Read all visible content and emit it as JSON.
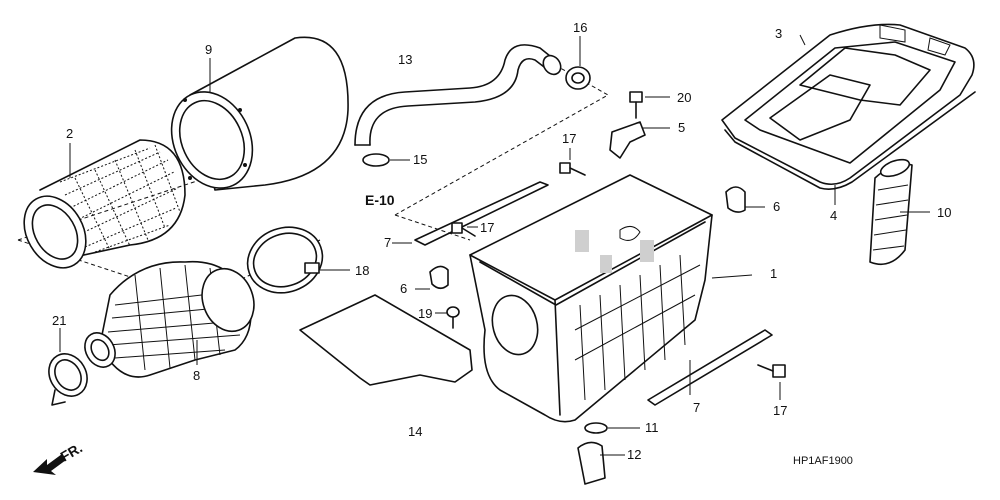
{
  "parts": {
    "p1": "1",
    "p2": "2",
    "p3": "3",
    "p4": "4",
    "p5": "5",
    "p6a": "6",
    "p6b": "6",
    "p7a": "7",
    "p7b": "7",
    "p8": "8",
    "p9": "9",
    "p10": "10",
    "p11": "11",
    "p12": "12",
    "p13": "13",
    "p14": "14",
    "p15": "15",
    "p16": "16",
    "p17a": "17",
    "p17b": "17",
    "p17c": "17",
    "p18": "18",
    "p19": "19",
    "p20": "20",
    "p21": "21"
  },
  "reference": "E-10",
  "direction": "FR.",
  "figure_code": "HP1AF1900"
}
